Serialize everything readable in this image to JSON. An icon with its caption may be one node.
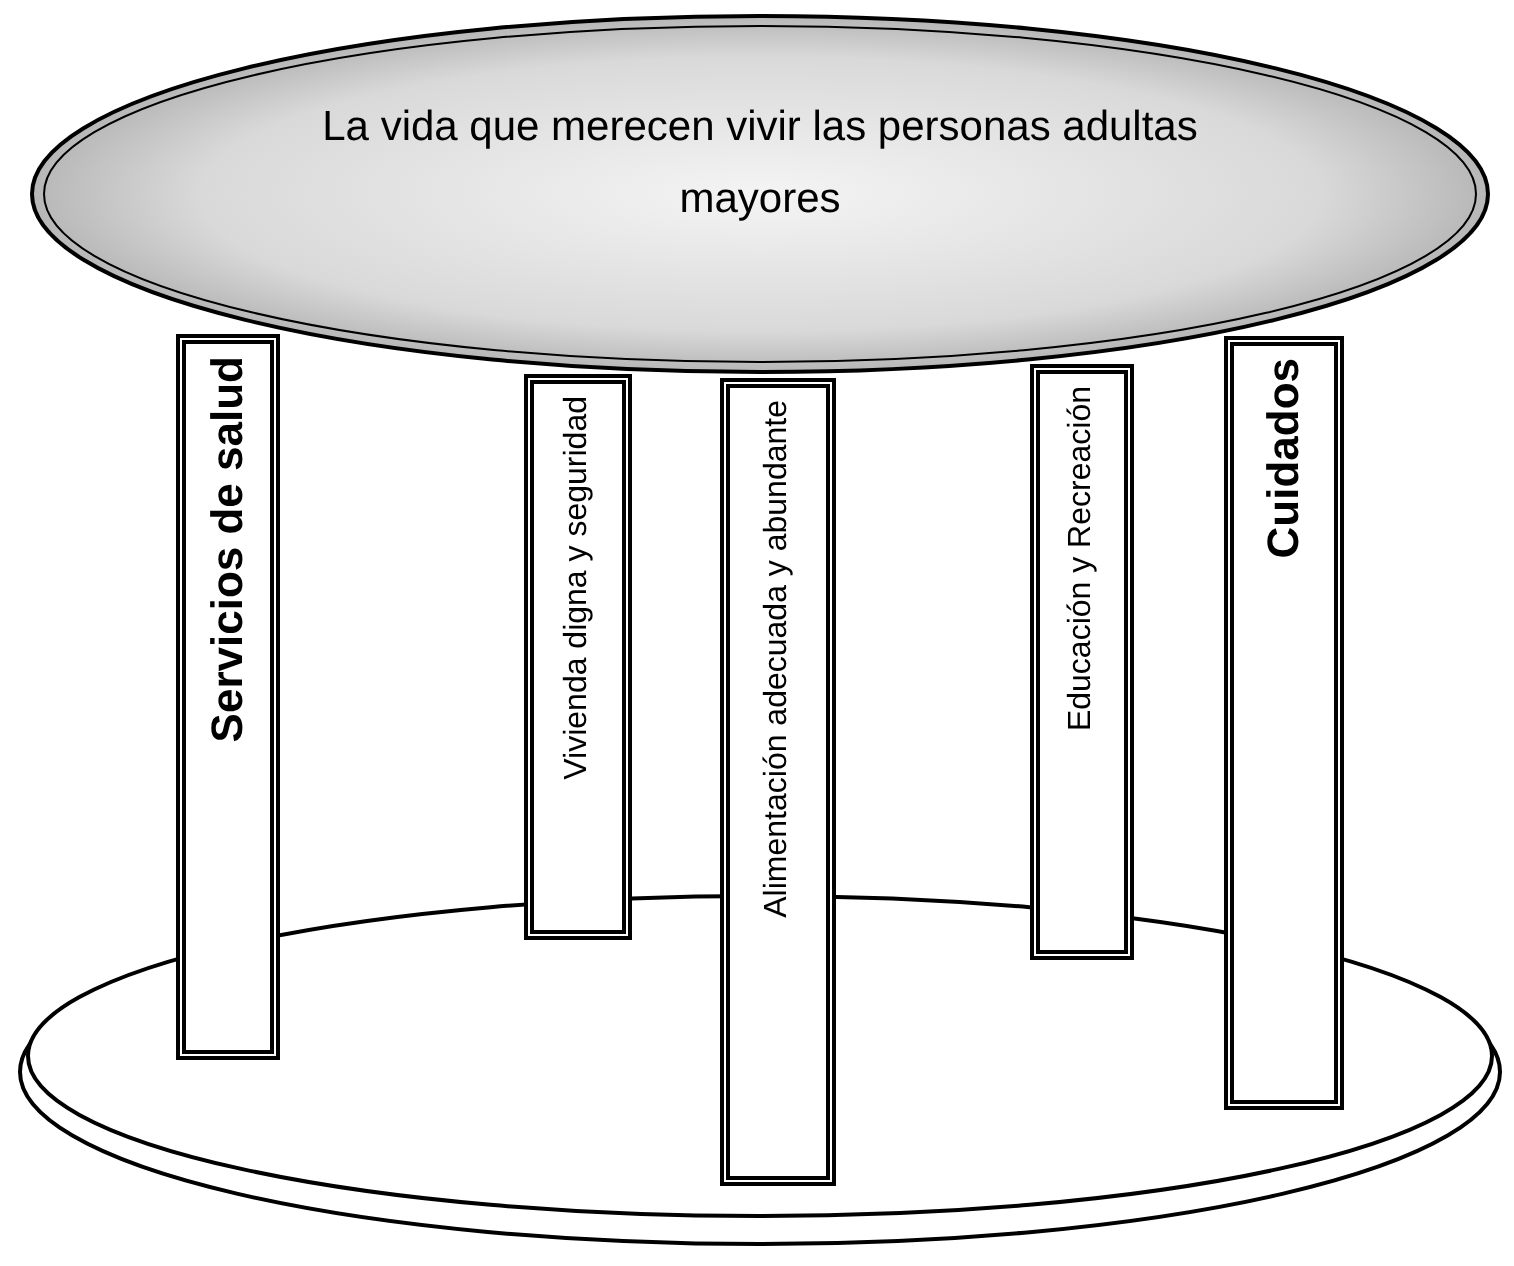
{
  "diagram": {
    "nodes": [
      {
        "text": [
          "La vida que merecen vivir las personas adultas mayores"
        ]
      },
      {
        "text": [
          "Servicios de salud"
        ]
      },
      {
        "text": [
          "Vivienda digna y seguridad"
        ]
      },
      {
        "text": [
          "Alimentación adecuada y abundante"
        ]
      },
      {
        "text": [
          "Educación y Recreación"
        ]
      },
      {
        "text": [
          "Cuidados"
        ]
      },
      {
        "text": [],
        "shape": "ellipse"
      }
    ]
  }
}
